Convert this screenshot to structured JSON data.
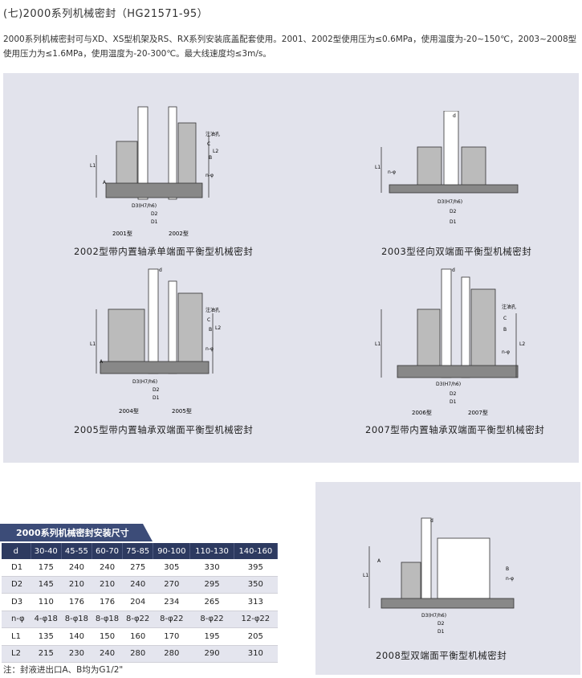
{
  "title": "(七)2000系列机械密封（HG21571-95）",
  "intro": "2000系列机械密封可与XD、XS型机架及RS、RX系列安装底盖配套使用。2001、2002型使用压为≤0.6MPa，使用温度为-20~150℃，2003~2008型使用压力为≤1.6MPa，使用温度为-20-300℃。最大线速度均≤3m/s。",
  "drawings": [
    {
      "caption": "2002型带内置轴承单端面平衡型机械密封",
      "type_left": "2001型",
      "type_right": "2002型"
    },
    {
      "caption": "2003型径向双端面平衡型机械密封"
    },
    {
      "caption": "2005型带内置轴承双端面平衡型机械密封",
      "type_left": "2004型",
      "type_right": "2005型"
    },
    {
      "caption": "2007型带内置轴承双端面平衡型机械密封",
      "type_left": "2006型",
      "type_right": "2007型"
    },
    {
      "caption": "2008型双端面平衡型机械密封"
    }
  ],
  "labels": {
    "d": "d",
    "l1": "L1",
    "l2": "L2",
    "oil": "注油孔",
    "a": "A",
    "b": "B",
    "c": "C",
    "n": "n-φ",
    "d3": "D3(H7/h6)",
    "d2": "D2",
    "d1": "D1"
  },
  "table": {
    "banner": "2000系列机械密封安装尺寸",
    "header": [
      "d",
      "30-40",
      "45-55",
      "60-70",
      "75-85",
      "90-100",
      "110-130",
      "140-160"
    ],
    "rows": [
      [
        "D1",
        "175",
        "240",
        "240",
        "275",
        "305",
        "330",
        "395"
      ],
      [
        "D2",
        "145",
        "210",
        "210",
        "240",
        "270",
        "295",
        "350"
      ],
      [
        "D3",
        "110",
        "176",
        "176",
        "204",
        "234",
        "265",
        "313"
      ],
      [
        "n-φ",
        "4-φ18",
        "8-φ18",
        "8-φ18",
        "8-φ22",
        "8-φ22",
        "8-φ22",
        "12-φ22"
      ],
      [
        "L1",
        "135",
        "140",
        "150",
        "160",
        "170",
        "195",
        "205"
      ],
      [
        "L2",
        "215",
        "230",
        "240",
        "280",
        "280",
        "290",
        "310"
      ]
    ]
  },
  "note": "注：封液进出口A、B均为G1/2\"",
  "colors": {
    "panel": "#e2e3ec",
    "header": "#2d3a60",
    "banner": "#3c4c78"
  }
}
